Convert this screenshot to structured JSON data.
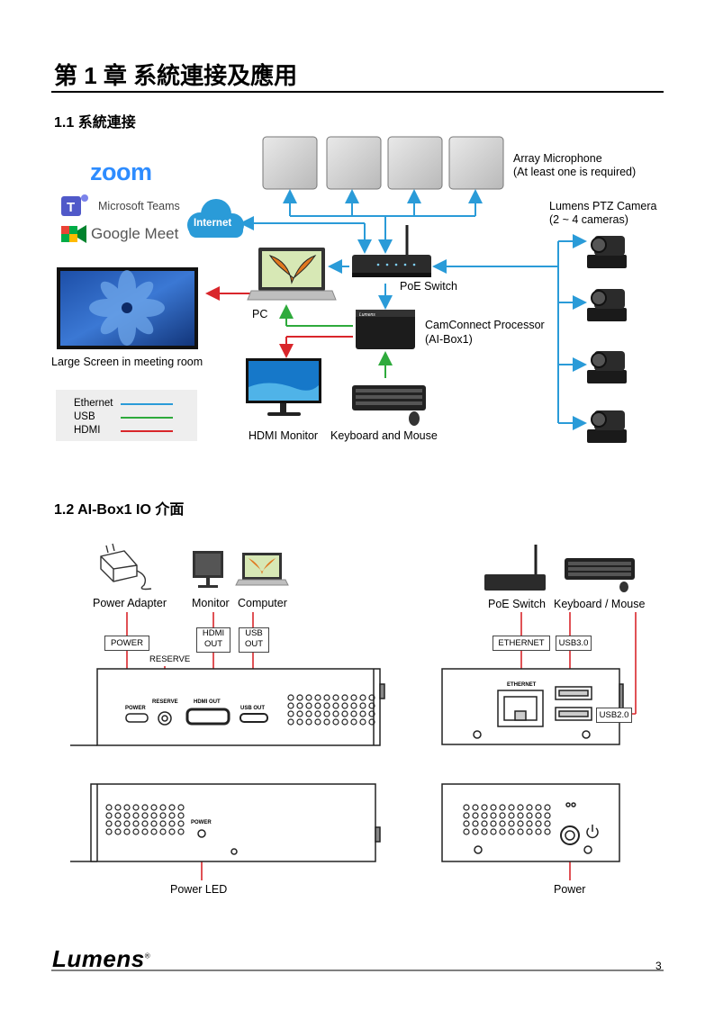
{
  "heading": "第 1 章 系統連接及應用",
  "section1": "1.1 系統連接",
  "section2": "1.2 AI-Box1 IO 介面",
  "diagram1": {
    "zoom": "zoom",
    "teams": "Microsoft Teams",
    "meet": "Google Meet",
    "internet": "Internet",
    "array_mic": "Array Microphone",
    "array_mic_note": "(At least one is required)",
    "ptz": "Lumens PTZ Camera",
    "ptz_note": "(2 ~ 4 cameras)",
    "poe_switch": "PoE Switch",
    "pc": "PC",
    "processor": "CamConnect Processor",
    "processor_model": "(AI-Box1)",
    "large_screen": "Large Screen in meeting room",
    "hdmi_monitor": "HDMI Monitor",
    "kb_mouse": "Keyboard and Mouse",
    "legend": [
      {
        "label": "Ethernet",
        "color": "#2a9bd8"
      },
      {
        "label": "USB",
        "color": "#2eaa3c"
      },
      {
        "label": "HDMI",
        "color": "#d9262b"
      }
    ]
  },
  "diagram2": {
    "power_adapter": "Power Adapter",
    "monitor": "Monitor",
    "computer": "Computer",
    "poe_switch": "PoE Switch",
    "kb_mouse": "Keyboard / Mouse",
    "box_power": "POWER",
    "box_hdmi_out": [
      "HDMI",
      "OUT"
    ],
    "box_usb_out": [
      "USB",
      "OUT"
    ],
    "reserve": "RESERVE",
    "box_ethernet": "ETHERNET",
    "box_usb3": "USB3.0",
    "box_usb2": "USB2.0",
    "port_power": "POWER",
    "port_reserve": "RESERVE",
    "port_hdmi": "HDMI OUT",
    "port_usb": "USB OUT",
    "port_ethernet": "ETHERNET",
    "led_label": "POWER",
    "power_led": "Power LED",
    "power": "Power"
  },
  "footer": {
    "brand": "Lumens",
    "registered": "®",
    "page": "3"
  }
}
